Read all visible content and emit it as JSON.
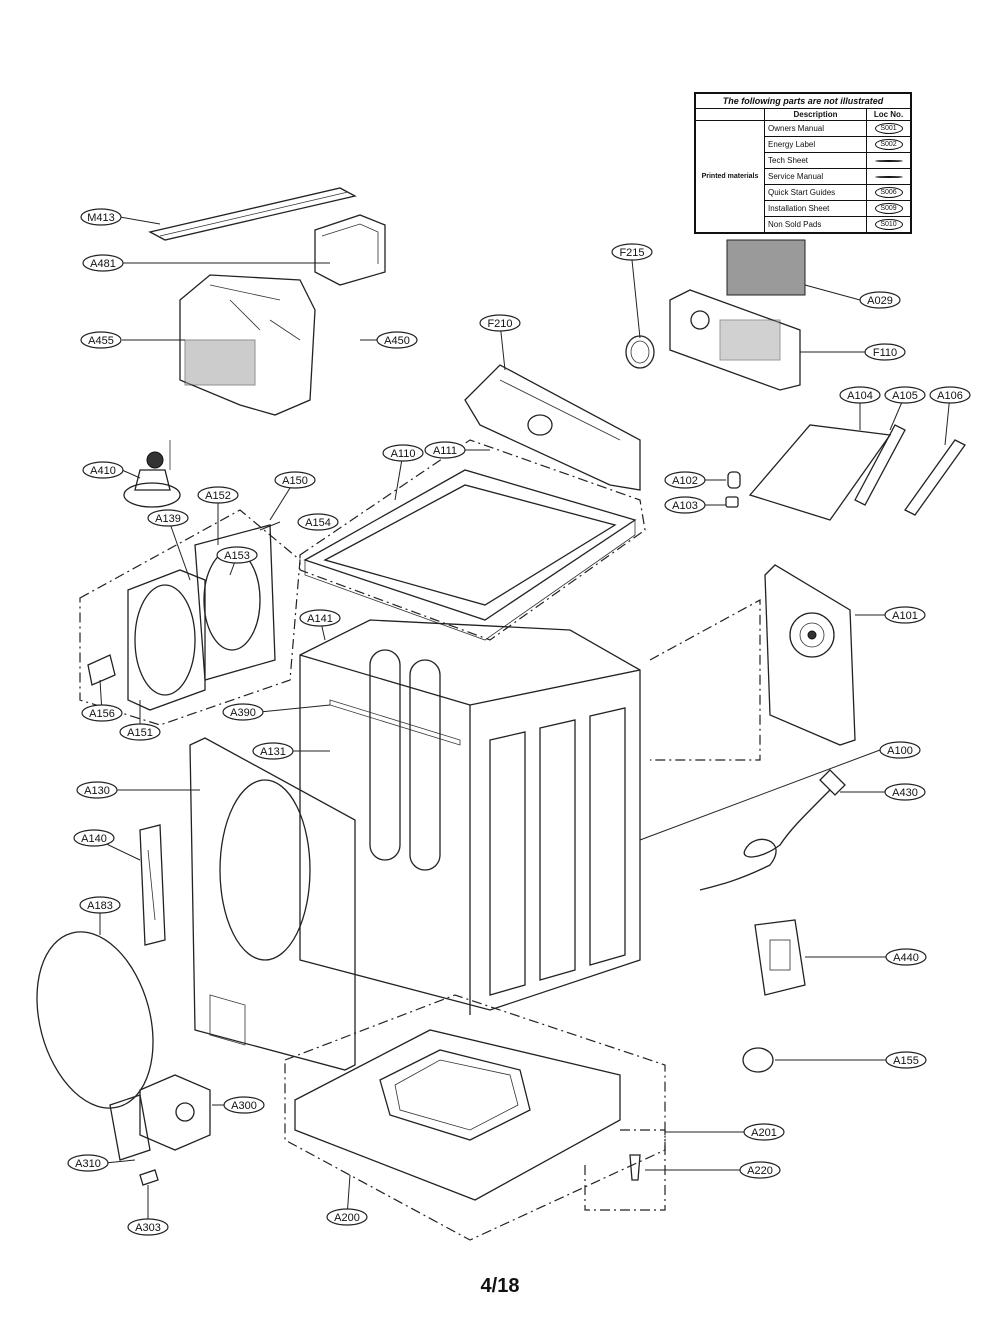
{
  "table": {
    "header": "The following parts are not illustrated",
    "col_description": "Description",
    "col_loc": "Loc No.",
    "side_label": "Printed materials",
    "rows": [
      {
        "desc": "Owners Manual",
        "loc": "S001"
      },
      {
        "desc": "Energy Label",
        "loc": "S002"
      },
      {
        "desc": "Tech Sheet",
        "loc": ""
      },
      {
        "desc": "Service Manual",
        "loc": ""
      },
      {
        "desc": "Quick Start Guides",
        "loc": "S006"
      },
      {
        "desc": "Installation Sheet",
        "loc": "S009"
      },
      {
        "desc": "Non Sold Pads",
        "loc": "S010"
      }
    ]
  },
  "labels": {
    "M413": "M413",
    "A481": "A481",
    "A455": "A455",
    "A450": "A450",
    "A410": "A410",
    "A139": "A139",
    "A152": "A152",
    "A150": "A150",
    "A154": "A154",
    "A153": "A153",
    "A156": "A156",
    "A151": "A151",
    "F215": "F215",
    "F210": "F210",
    "A029": "A029",
    "F110": "F110",
    "A111": "A111",
    "A110": "A110",
    "A104": "A104",
    "A105": "A105",
    "A106": "A106",
    "A102": "A102",
    "A103": "A103",
    "A141": "A141",
    "A390": "A390",
    "A131": "A131",
    "A101": "A101",
    "A100": "A100",
    "A130": "A130",
    "A430": "A430",
    "A140": "A140",
    "A183": "A183",
    "A440": "A440",
    "A155": "A155",
    "A300": "A300",
    "A201": "A201",
    "A310": "A310",
    "A220": "A220",
    "A303": "A303",
    "A200": "A200"
  },
  "page_number": "4/18"
}
